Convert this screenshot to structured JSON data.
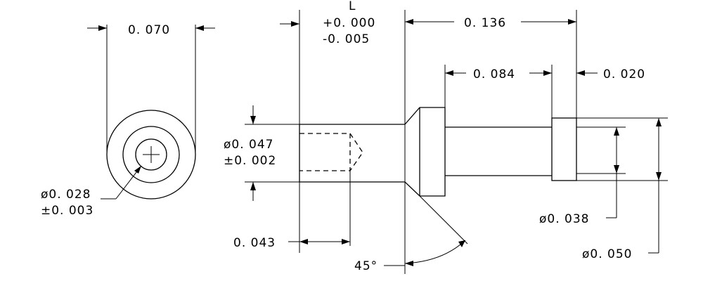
{
  "dimensions": {
    "end_view_width": "0. 070",
    "length_label": "L",
    "length_tol_plus": "+0. 000",
    "length_tol_minus": "-0. 005",
    "head_to_end": "0. 136",
    "shank_length": "0. 084",
    "collar_width": "0. 020",
    "bore_diameter": "ø0. 047",
    "bore_tolerance": "±0. 002",
    "hole_diameter": "ø0. 028",
    "hole_tolerance": "±0. 003",
    "bore_depth": "0. 043",
    "chamfer_angle": "45°",
    "shank_diameter": "ø0. 038",
    "collar_diameter": "ø0. 050"
  }
}
